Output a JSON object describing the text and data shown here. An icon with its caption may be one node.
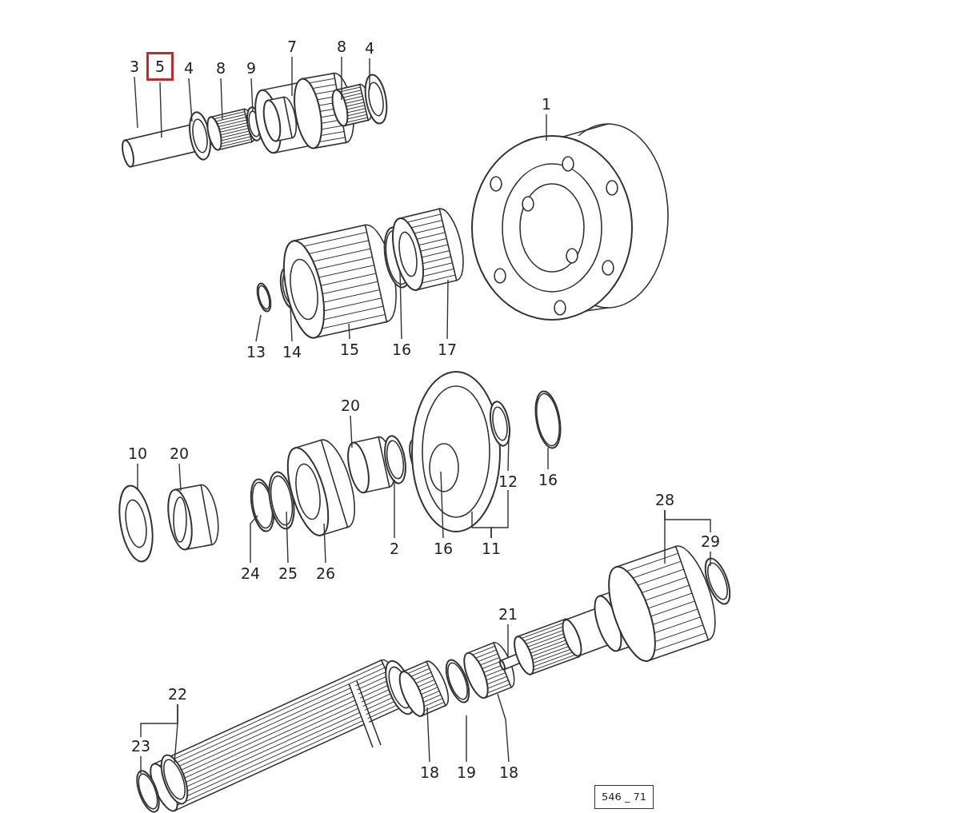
{
  "diagram": {
    "nodes": [
      {
        "text": [
          "3"
        ]
      },
      {
        "text": [
          "5"
        ]
      },
      {
        "text": [
          "4"
        ]
      },
      {
        "text": [
          "8"
        ]
      },
      {
        "text": [
          "9"
        ]
      },
      {
        "text": [
          "7"
        ]
      },
      {
        "text": [
          "8"
        ]
      },
      {
        "text": [
          "4"
        ]
      },
      {
        "text": [
          "1"
        ]
      },
      {
        "text": [
          "13"
        ]
      },
      {
        "text": [
          "14"
        ]
      },
      {
        "text": [
          "15"
        ]
      },
      {
        "text": [
          "16"
        ]
      },
      {
        "text": [
          "17"
        ]
      },
      {
        "text": [
          "20"
        ]
      },
      {
        "text": [
          "10"
        ]
      },
      {
        "text": [
          "20"
        ]
      },
      {
        "text": [
          "12"
        ]
      },
      {
        "text": [
          "16"
        ]
      },
      {
        "text": [
          "24"
        ]
      },
      {
        "text": [
          "25"
        ]
      },
      {
        "text": [
          "26"
        ]
      },
      {
        "text": [
          "2"
        ]
      },
      {
        "text": [
          "16"
        ]
      },
      {
        "text": [
          "11"
        ]
      },
      {
        "text": [
          "28"
        ]
      },
      {
        "text": [
          "29"
        ]
      },
      {
        "text": [
          "21"
        ]
      },
      {
        "text": [
          "22"
        ]
      },
      {
        "text": [
          "23"
        ]
      },
      {
        "text": [
          "18"
        ]
      },
      {
        "text": [
          "19"
        ]
      },
      {
        "text": [
          "18"
        ]
      },
      {
        "text": [
          "546 _ 71"
        ]
      }
    ],
    "edges": [
      {
        "from": 0,
        "to": null,
        "arrow": "none"
      },
      {
        "from": 1,
        "to": null,
        "arrow": "none"
      },
      {
        "from": 2,
        "to": null,
        "arrow": "none"
      },
      {
        "from": 3,
        "to": null,
        "arrow": "none"
      },
      {
        "from": 4,
        "to": null,
        "arrow": "none"
      },
      {
        "from": 5,
        "to": null,
        "arrow": "none"
      },
      {
        "from": 6,
        "to": null,
        "arrow": "none"
      },
      {
        "from": 7,
        "to": null,
        "arrow": "none"
      },
      {
        "from": 8,
        "to": null,
        "arrow": "none"
      },
      {
        "from": 9,
        "to": null,
        "arrow": "none"
      },
      {
        "from": 10,
        "to": null,
        "arrow": "none"
      },
      {
        "from": 11,
        "to": null,
        "arrow": "none"
      },
      {
        "from": 12,
        "to": null,
        "arrow": "none"
      },
      {
        "from": 13,
        "to": null,
        "arrow": "none"
      },
      {
        "from": 14,
        "to": null,
        "arrow": "none"
      },
      {
        "from": 15,
        "to": null,
        "arrow": "none"
      },
      {
        "from": 16,
        "to": null,
        "arrow": "none"
      },
      {
        "from": 17,
        "to": null,
        "arrow": "none"
      },
      {
        "from": 18,
        "to": null,
        "arrow": "none"
      },
      {
        "from": 19,
        "to": null,
        "arrow": "none"
      },
      {
        "from": 20,
        "to": null,
        "arrow": "none"
      },
      {
        "from": 21,
        "to": null,
        "arrow": "none"
      },
      {
        "from": 22,
        "to": null,
        "arrow": "none"
      },
      {
        "from": 23,
        "to": null,
        "arrow": "none"
      },
      {
        "from": 24,
        "to": null,
        "arrow": "none"
      },
      {
        "from": 24,
        "to": 17,
        "arrow": "none"
      },
      {
        "from": 25,
        "to": null,
        "arrow": "none"
      },
      {
        "from": 25,
        "to": 26,
        "arrow": "none"
      },
      {
        "from": 26,
        "to": null,
        "arrow": "none"
      },
      {
        "from": 27,
        "to": null,
        "arrow": "none"
      },
      {
        "from": 28,
        "to": null,
        "arrow": "none"
      },
      {
        "from": 28,
        "to": 29,
        "arrow": "none"
      },
      {
        "from": 29,
        "to": null,
        "arrow": "none"
      },
      {
        "from": 30,
        "to": null,
        "arrow": "none"
      },
      {
        "from": 31,
        "to": null,
        "arrow": "none"
      },
      {
        "from": 32,
        "to": null,
        "arrow": "none"
      }
    ]
  }
}
